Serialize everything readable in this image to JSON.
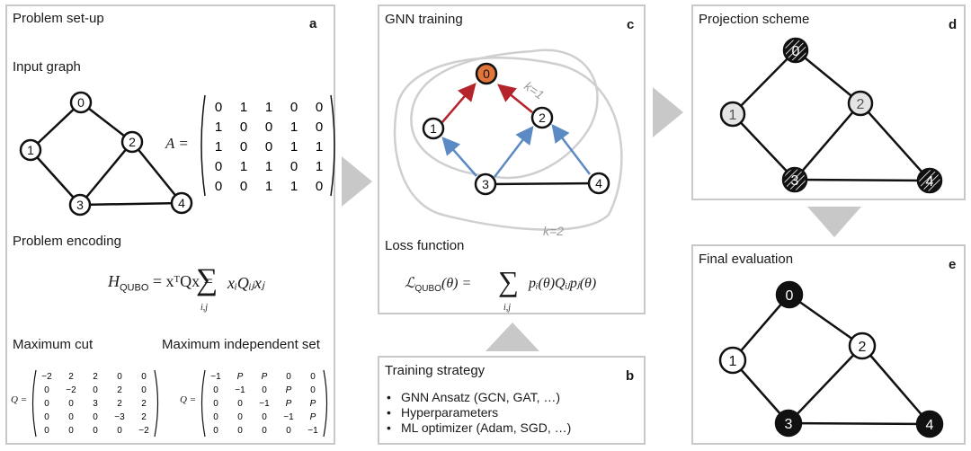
{
  "panel_a": {
    "title": "Problem set-up",
    "letter": "a",
    "input_graph_label": "Input graph",
    "adj_label": "A =",
    "adjacency": [
      [
        "0",
        "1",
        "1",
        "0",
        "0"
      ],
      [
        "1",
        "0",
        "0",
        "1",
        "0"
      ],
      [
        "1",
        "0",
        "0",
        "1",
        "1"
      ],
      [
        "0",
        "1",
        "1",
        "0",
        "1"
      ],
      [
        "0",
        "0",
        "1",
        "1",
        "0"
      ]
    ],
    "encoding_label": "Problem encoding",
    "hamiltonian": "H",
    "hamiltonian_sub": "QUBO",
    "hamiltonian_rhs": "= xᵀQx =",
    "sum_symbol": "∑",
    "sum_index": "i,j",
    "sum_term": "xᵢQᵢⱼxⱼ",
    "maxcut_label": "Maximum cut",
    "mis_label": "Maximum independent set",
    "q_label": "Q =",
    "maxcut_matrix": [
      [
        "−2",
        "2",
        "2",
        "0",
        "0"
      ],
      [
        "0",
        "−2",
        "0",
        "2",
        "0"
      ],
      [
        "0",
        "0",
        "3",
        "2",
        "2"
      ],
      [
        "0",
        "0",
        "0",
        "−3",
        "2"
      ],
      [
        "0",
        "0",
        "0",
        "0",
        "−2"
      ]
    ],
    "mis_matrix": [
      [
        "−1",
        "P",
        "P",
        "0",
        "0"
      ],
      [
        "0",
        "−1",
        "0",
        "P",
        "0"
      ],
      [
        "0",
        "0",
        "−1",
        "P",
        "P"
      ],
      [
        "0",
        "0",
        "0",
        "−1",
        "P"
      ],
      [
        "0",
        "0",
        "0",
        "0",
        "−1"
      ]
    ]
  },
  "panel_c": {
    "title": "GNN training",
    "letter": "c",
    "k1": "k=1",
    "k2": "k=2",
    "loss_label": "Loss function",
    "loss_lhs": "ℒ",
    "loss_sub": "QUBO",
    "loss_arg": "(θ) =",
    "sum_symbol": "∑",
    "sum_index": "i,j",
    "loss_term": "pᵢ(θ)Qᵢⱼpⱼ(θ)"
  },
  "panel_b": {
    "title": "Training strategy",
    "letter": "b",
    "items": [
      "GNN Ansatz (GCN, GAT, …)",
      "Hyperparameters",
      "ML optimizer (Adam, SGD, …)"
    ]
  },
  "panel_d": {
    "title": "Projection scheme",
    "letter": "d"
  },
  "panel_e": {
    "title": "Final evaluation",
    "letter": "e"
  },
  "node_labels": [
    "0",
    "1",
    "2",
    "3",
    "4"
  ],
  "colors": {
    "border": "#c8c8c8",
    "arrow": "#c8c8c8",
    "red_edge": "#b5242a",
    "blue_edge": "#5b8ac4",
    "orange_node": "#e2753a",
    "gray_node": "#e4e4e4",
    "black_node": "#111111"
  }
}
